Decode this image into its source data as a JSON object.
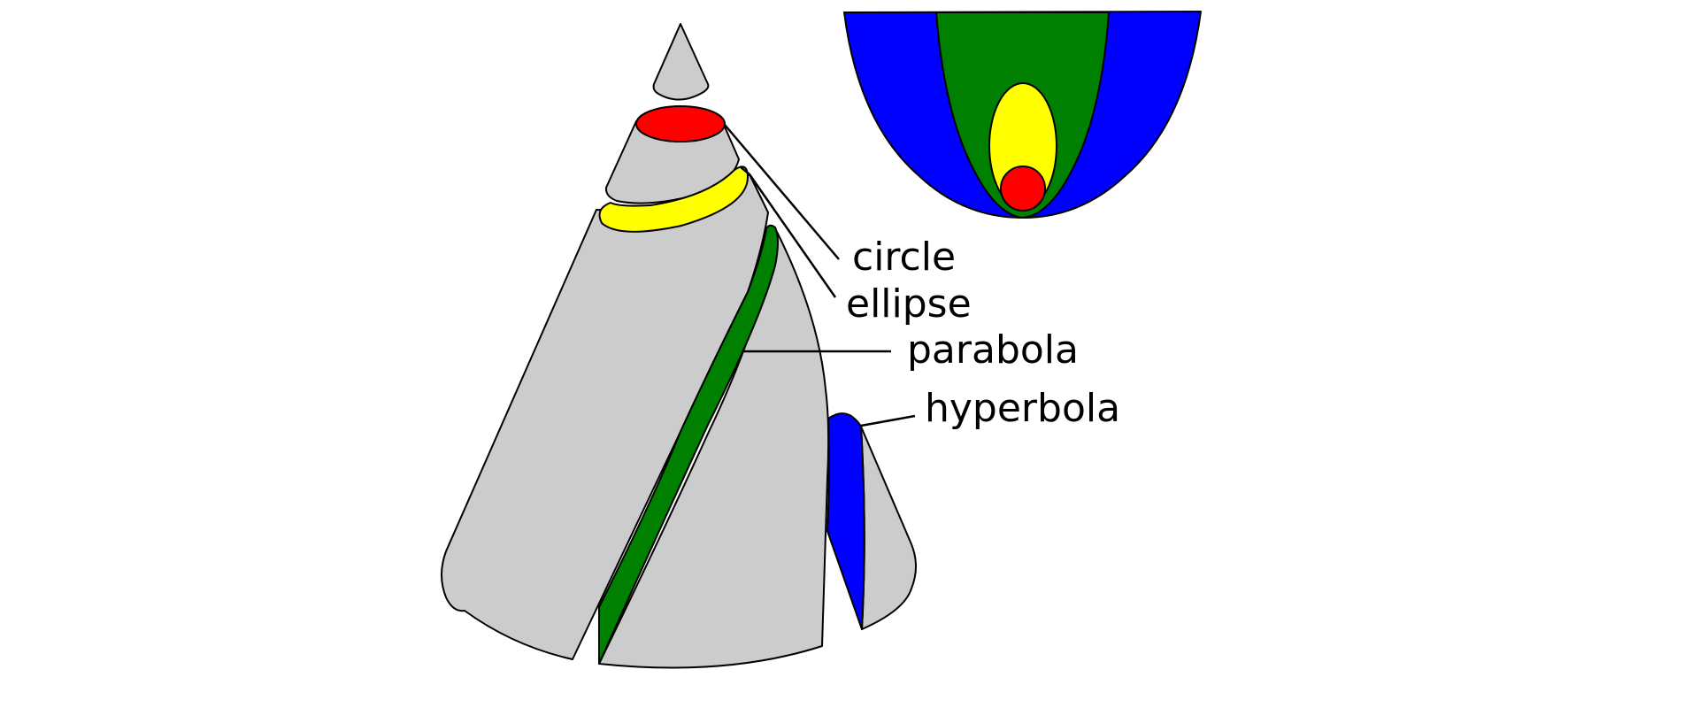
{
  "labels": {
    "circle": "circle",
    "ellipse": "ellipse",
    "parabola": "parabola",
    "hyperbola": "hyperbola"
  },
  "colors": {
    "cone": "#cccccc",
    "circle": "#ff0000",
    "ellipse": "#ffff00",
    "parabola": "#008000",
    "hyperbola": "#0000ff",
    "outline": "#000000"
  }
}
